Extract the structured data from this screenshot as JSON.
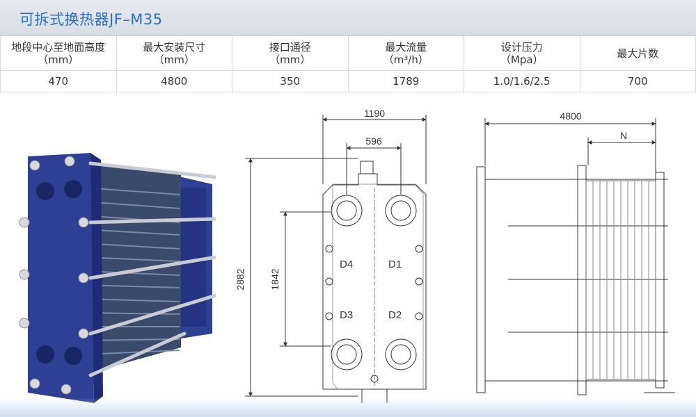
{
  "title": "可拆式换热器JF–M35",
  "table": {
    "headers": [
      {
        "line1": "地段中心至地面高度",
        "line2": "（mm）"
      },
      {
        "line1": "最大安装尺寸",
        "line2": "（mm）"
      },
      {
        "line1": "接口通径",
        "line2": "（mm）"
      },
      {
        "line1": "最大流量",
        "line2": "（m³/h）"
      },
      {
        "line1": "设计压力",
        "line2": "（Mpa）"
      },
      {
        "line1": "最大片数",
        "line2": ""
      }
    ],
    "values": [
      "470",
      "4800",
      "350",
      "1789",
      "1.0/1.6/2.5",
      "700"
    ]
  },
  "drawing": {
    "front": {
      "overall_width": "1190",
      "port_spacing": "596",
      "overall_height": "2882",
      "port_vertical": "1842",
      "ports": [
        "D4",
        "D1",
        "D3",
        "D2"
      ]
    },
    "side": {
      "overall_length": "4800",
      "compression_label": "N"
    }
  },
  "colors": {
    "title_text": "#2a6fc9",
    "frame_blue": "#2e3f94",
    "line": "#333333"
  }
}
